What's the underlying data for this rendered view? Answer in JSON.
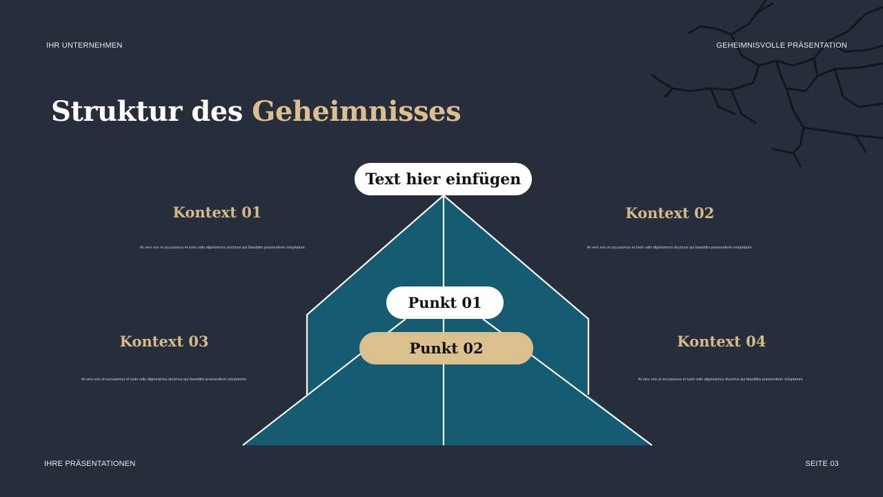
{
  "header": {
    "company": "IHR UNTERNEHMEN",
    "presentation": "GEHEIMNISVOLLE PRÄSENTATION"
  },
  "title": {
    "main": "Struktur des",
    "accent": "Geheimnisses"
  },
  "diagram": {
    "top_label": "Text hier einfügen",
    "point_1": "Punkt 01",
    "point_2": "Punkt 02"
  },
  "contexts": [
    {
      "title": "Kontext 01",
      "body": "At vero eos et accusamus et iusto odio dignissimos ducimus qui blanditiis praesentium voluptatum."
    },
    {
      "title": "Kontext 02",
      "body": "At vero eos et accusamus et iusto odio dignissimos ducimus qui blanditiis praesentium voluptatum."
    },
    {
      "title": "Kontext 03",
      "body": "At vero eos et accusamus et iusto odio dignissimos ducimus qui blanditiis praesentium voluptatum."
    },
    {
      "title": "Kontext 04",
      "body": "At vero eos et accusamus et iusto odio dignissimos ducimus qui blanditiis praesentium voluptatum."
    }
  ],
  "footer": {
    "left": "IHRE PRÄSENTATIONEN",
    "right": "SEITE 03"
  },
  "colors": {
    "background": "#252e3a",
    "accent": "#dcbf8f",
    "pyramid": "#155c72"
  }
}
